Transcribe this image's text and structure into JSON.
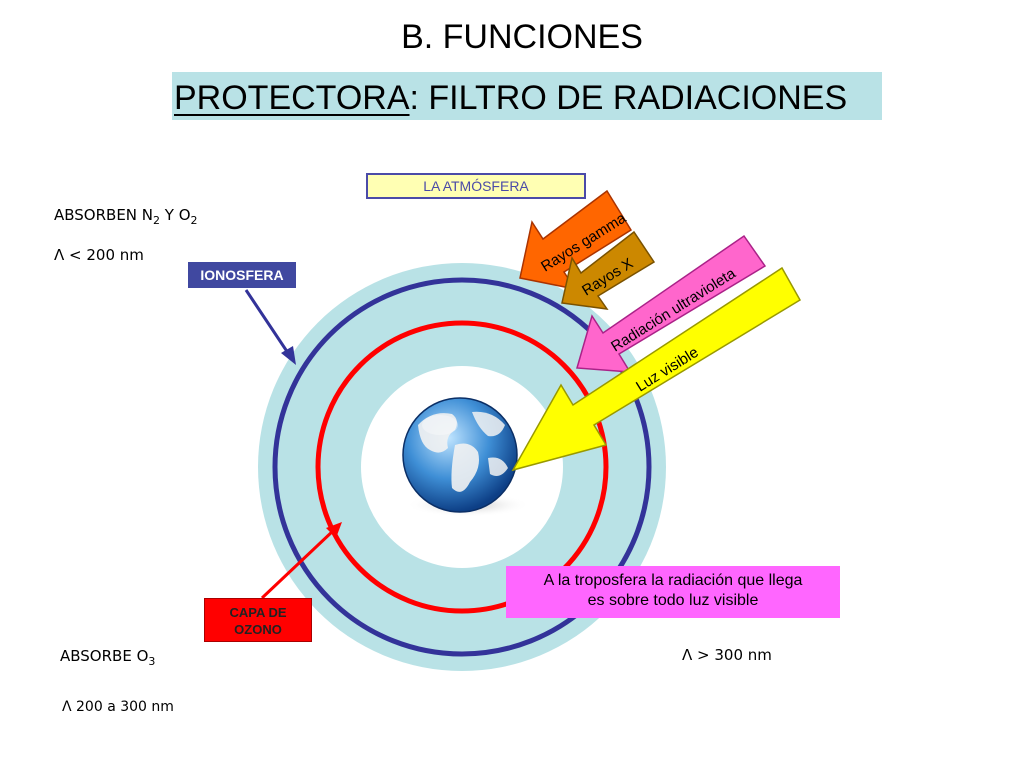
{
  "title": {
    "line1": "B. FUNCIONES",
    "line2_underlined": "PROTECTORA",
    "line2_rest": ": FILTRO DE RADIACIONES"
  },
  "atmosphere_label": "LA ATMÓSFERA",
  "ionosphere_label": "IONOSFERA",
  "ozone_label_line1": "CAPA DE",
  "ozone_label_line2": "OZONO",
  "absorb_top": {
    "prefix": "ABSORBEN N",
    "sub1": "2",
    "middle": " Y O",
    "sub2": "2",
    "wavelength": "Λ < 200 nm"
  },
  "absorb_bottom": {
    "prefix": "ABSORBE O",
    "sub": "3",
    "wavelength": "Λ 200 a 300 nm"
  },
  "visible_wavelength": "Λ > 300 nm",
  "radiation_arrows": [
    {
      "label": "Rayos gamma",
      "color": "#ff6600"
    },
    {
      "label": "Rayos X",
      "color": "#cc8800"
    },
    {
      "label": "Radiación ultravioleta",
      "color": "#ff66cc"
    },
    {
      "label": "Luz visible",
      "color": "#ffff00"
    }
  ],
  "troposphere_note": {
    "line1": "A la troposfera la radiación que llega",
    "line2": "es sobre todo luz visible"
  },
  "colors": {
    "outer_ring": "#b9e2e6",
    "ionosphere_line": "#333399",
    "ozone_line": "#ff0000"
  }
}
